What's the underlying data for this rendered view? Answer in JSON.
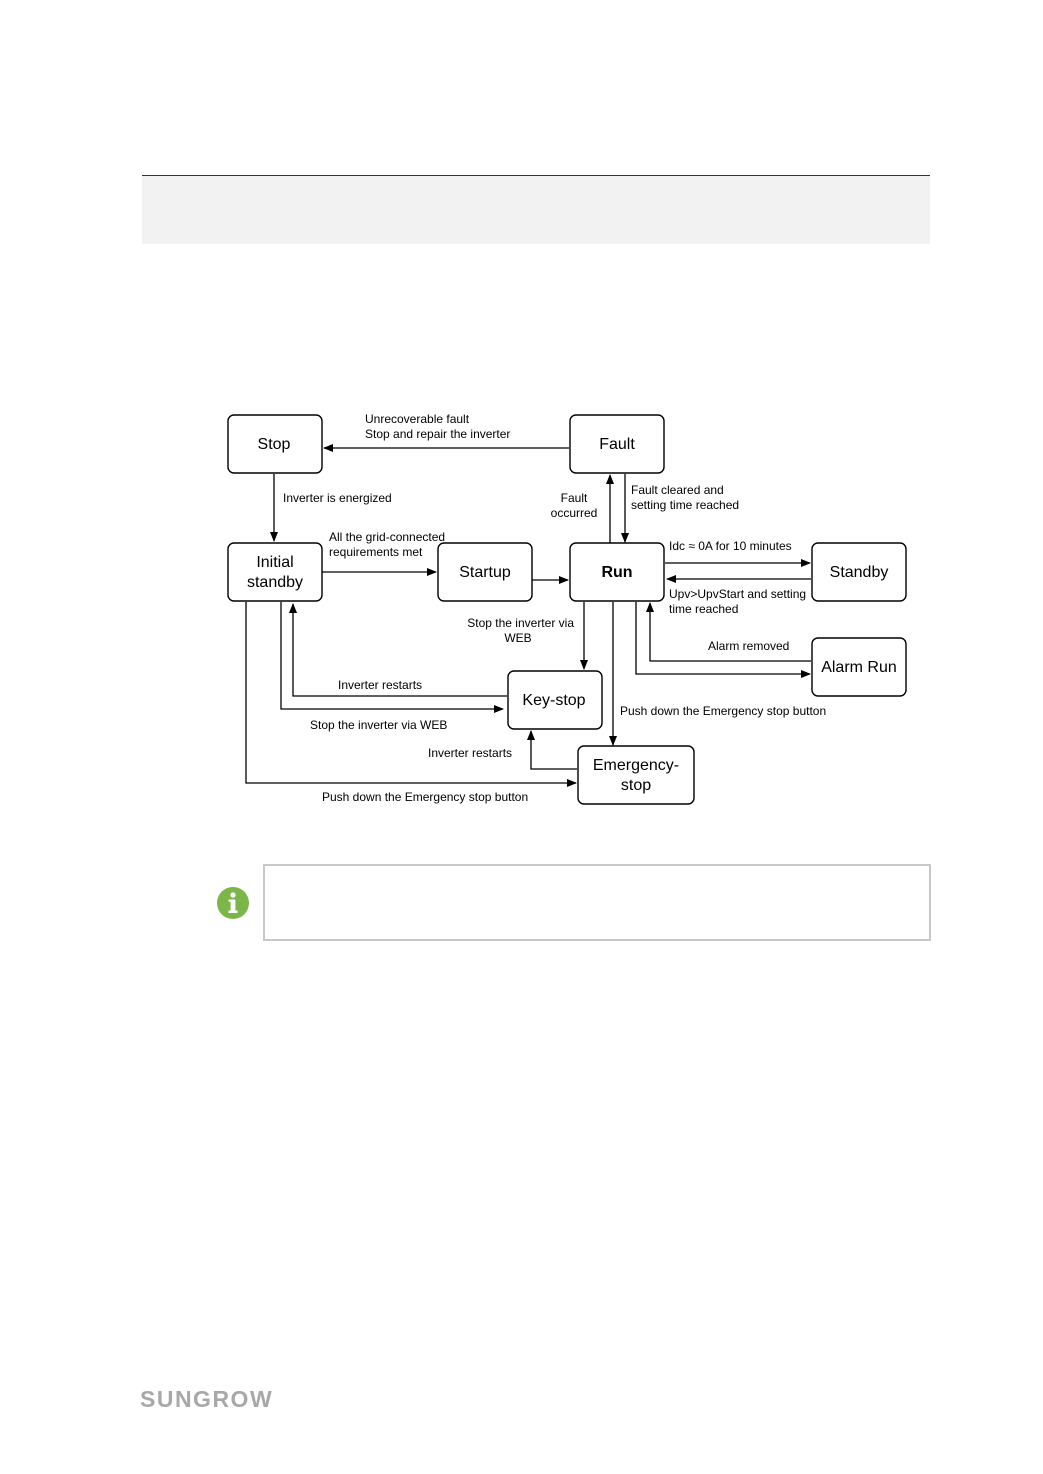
{
  "nodes": {
    "stop": "Stop",
    "fault": "Fault",
    "initial_standby": [
      "Initial",
      "standby"
    ],
    "startup": "Startup",
    "run": "Run",
    "standby": "Standby",
    "alarm_run": "Alarm Run",
    "key_stop": "Key-stop",
    "emergency_stop": [
      "Emergency-",
      "stop"
    ]
  },
  "edges": {
    "fault_to_stop": [
      "Unrecoverable fault",
      "Stop  and repair the inverter"
    ],
    "stop_to_initial": "Inverter  is energized",
    "initial_to_startup": [
      "All the grid-connected",
      "requirements met"
    ],
    "run_to_fault": [
      "Fault",
      "occurred"
    ],
    "fault_to_run": [
      "Fault cleared and",
      "setting time reached"
    ],
    "run_to_standby": "Idc ≈ 0A for 10 minutes",
    "standby_to_run": [
      "Upv>UpvStart and setting",
      "time reached"
    ],
    "alarm_removed": "Alarm removed",
    "run_to_keystop": [
      "Stop the inverter  via",
      "WEB"
    ],
    "keystop_restart": "Inverter  restarts",
    "initial_to_keystop": "Stop the inverter  via WEB",
    "run_to_emergency": "Push down the Emergency stop button",
    "emergency_restart": "Inverter  restarts",
    "initial_to_emergency": "Push down the Emergency stop button"
  },
  "colors": {
    "note_icon": "#7ab648",
    "logo": "#a8a8a8"
  },
  "icons": {
    "note": "info-icon"
  },
  "footer": {
    "logo_text": "SUNGROW"
  }
}
